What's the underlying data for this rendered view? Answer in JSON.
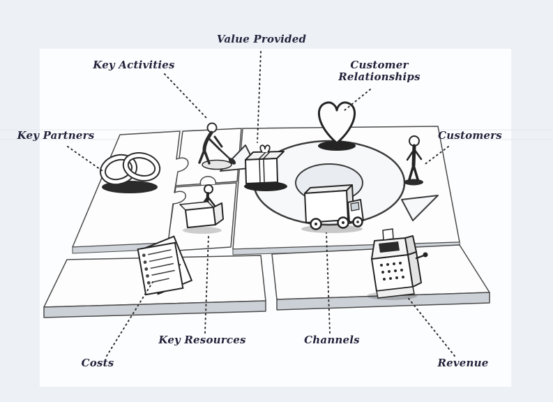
{
  "colors": {
    "background": "#edf1f6",
    "panel": "#fcfdfe",
    "ink": "#2b2b2b",
    "label_text": "#23233b"
  },
  "labels": {
    "value_provided": "Value Provided",
    "key_activities": "Key Activities",
    "customer_relationships": "Customer\nRelationships",
    "key_partners": "Key Partners",
    "customers": "Customers",
    "key_resources": "Key Resources",
    "channels": "Channels",
    "costs": "Costs",
    "revenue": "Revenue"
  },
  "icons": {
    "key_partners": "interlocked-rings-icon",
    "key_activities": "digging-person-icon",
    "value_provided": "gift-box-icon",
    "customer_relationships": "heart-icon",
    "customers": "person-icon",
    "key_resources": "person-with-box-icon",
    "channels": "delivery-truck-icon",
    "costs": "invoice-papers-icon",
    "revenue": "cash-register-icon"
  }
}
